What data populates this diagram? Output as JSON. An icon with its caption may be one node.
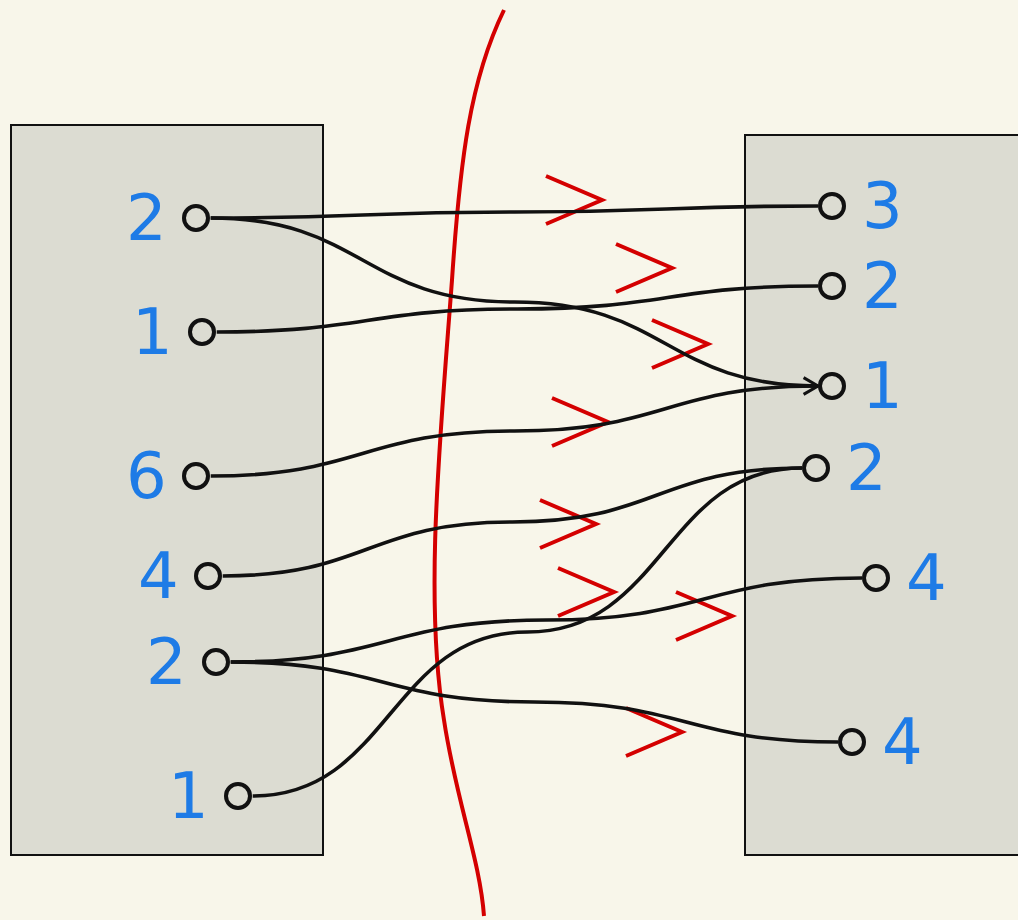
{
  "diagram": {
    "nodes": [
      {
        "text": [],
        "shape": "box"
      },
      {
        "text": [
          "2"
        ],
        "in": 0
      },
      {
        "text": [
          "1"
        ],
        "in": 0
      },
      {
        "text": [
          "6"
        ],
        "in": 0
      },
      {
        "text": [
          "4"
        ],
        "in": 0
      },
      {
        "text": [
          "2"
        ],
        "in": 0
      },
      {
        "text": [
          "1"
        ],
        "in": 0
      },
      {
        "text": [],
        "shape": "box"
      },
      {
        "text": [
          "3"
        ],
        "in": 7
      },
      {
        "text": [
          "2"
        ],
        "in": 7
      },
      {
        "text": [
          "1"
        ],
        "in": 7
      },
      {
        "text": [
          "2"
        ],
        "in": 7
      },
      {
        "text": [
          "4"
        ],
        "in": 7
      },
      {
        "text": [
          "4"
        ],
        "in": 7
      }
    ],
    "edges": [
      {
        "from": 1,
        "to": 8,
        "arrow": "none"
      },
      {
        "from": 1,
        "to": 10,
        "arrow": "to"
      },
      {
        "from": 2,
        "to": 9,
        "arrow": "none"
      },
      {
        "from": 3,
        "to": 10,
        "arrow": "none"
      },
      {
        "from": 4,
        "to": 11,
        "arrow": "none"
      },
      {
        "from": 5,
        "to": 12,
        "arrow": "none"
      },
      {
        "from": 5,
        "to": 13,
        "arrow": "none"
      },
      {
        "from": 6,
        "to": 11,
        "arrow": "none"
      }
    ]
  }
}
